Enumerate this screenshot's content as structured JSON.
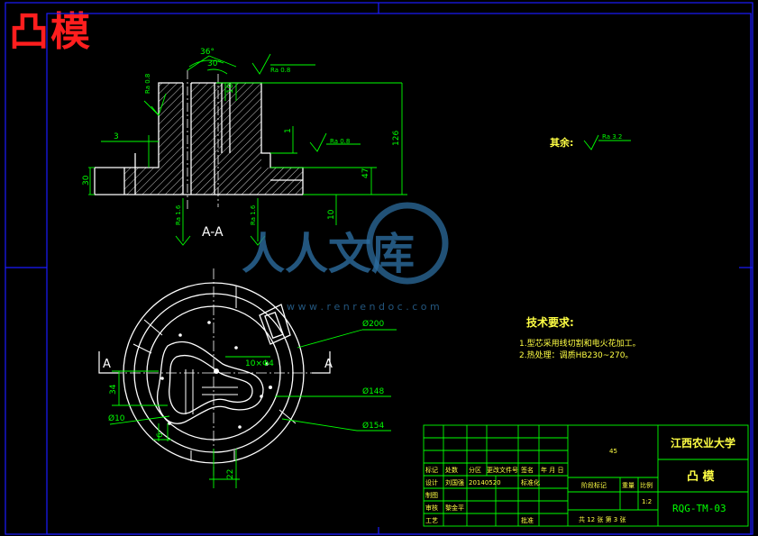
{
  "title": "凸模",
  "section_label": "A-A",
  "section_marks": [
    "A",
    "A"
  ],
  "dims": {
    "angle1": "36°",
    "angle2": "30°",
    "d3": "3",
    "d30": "30",
    "d10a": "10",
    "d1": "1",
    "d47": "47",
    "d126": "126",
    "d10b": "10",
    "d34": "34",
    "d6": "6",
    "d22": "22",
    "hole": "10×Φ4",
    "dia200": "Ø200",
    "dia148": "Ø148",
    "dia154": "Ø154",
    "dia10": "Ø10"
  },
  "roughness": {
    "r08a": "Ra 0.8",
    "r08b": "Ra 0.8",
    "r08c": "Ra 0.8",
    "r16a": "Ra 1.6",
    "r16b": "Ra 1.6",
    "rest_label": "其余:",
    "rest_value": "Ra 3.2"
  },
  "tech": {
    "heading": "技术要求:",
    "items": [
      "1.型芯采用线切割和电火花加工。",
      "2.热处理：调质HB230~270。"
    ]
  },
  "watermark": {
    "text": "人人文库",
    "url": "w w w . r e n r e n d o c . c o m"
  },
  "title_block": {
    "material": "45",
    "school": "江西农业大学",
    "part_name": "凸 模",
    "drawing_no": "RQG-TM-03",
    "scale": "1:2",
    "stage_mark": "阶段标记",
    "weight": "重量",
    "scale_label": "比例",
    "sheets": "共 12 张  第 3 张",
    "rev_headers": [
      "标记",
      "处数",
      "分区",
      "更改文件号",
      "签名",
      "年 月 日"
    ],
    "row_design": "设计",
    "designer": "刘国强",
    "design_date": "20140520",
    "row_std": "标准化",
    "row_check": "审核",
    "checker": "黎金平",
    "row_draw": "制图",
    "row_process": "工艺",
    "row_approve": "批准"
  },
  "colors": {
    "background": "#000000",
    "line": "#ffffff",
    "dimension": "#00ff00",
    "frame": "#1a1aff",
    "title": "#ff1e1e",
    "watermark": "#2c6c9e"
  }
}
